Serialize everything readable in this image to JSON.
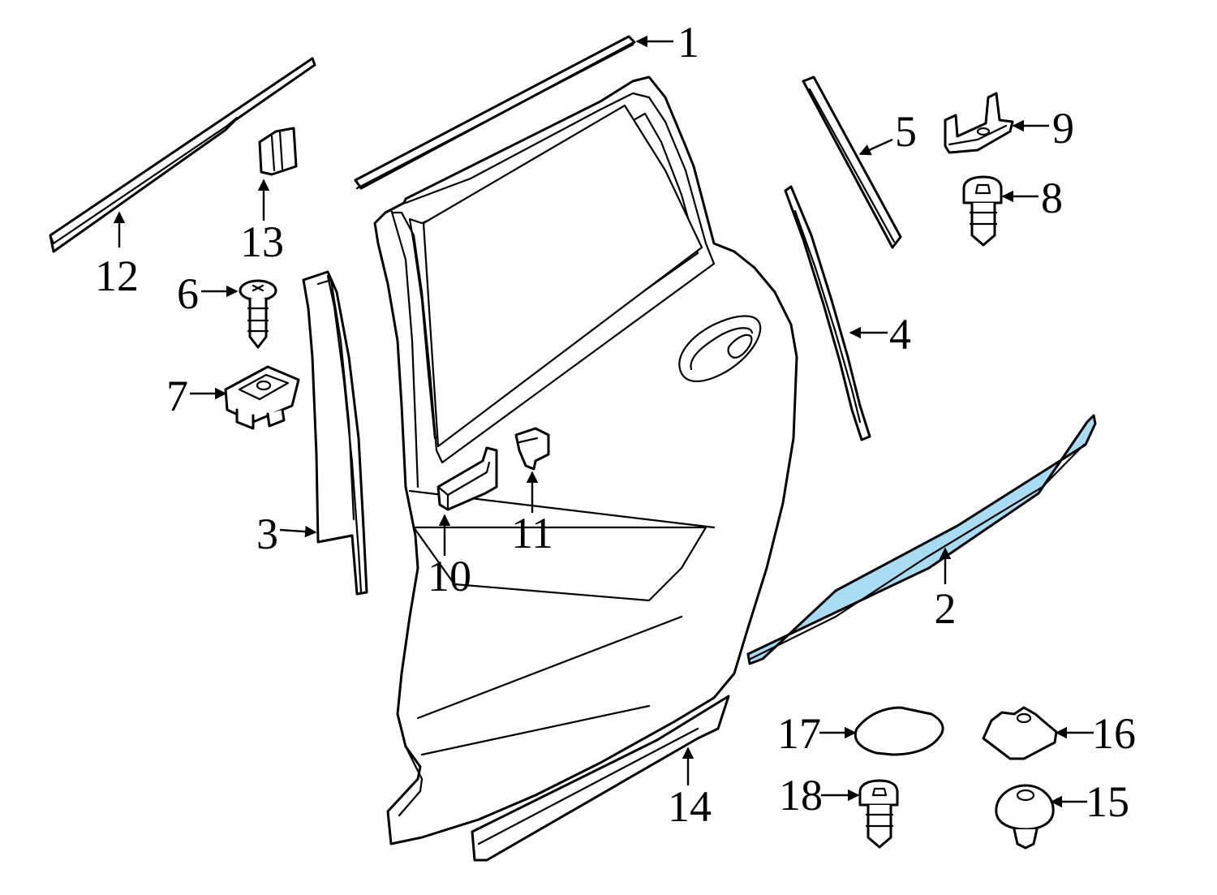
{
  "highlight_color": "#a7dcf2",
  "callouts": [
    {
      "id": "1",
      "label": "1"
    },
    {
      "id": "2",
      "label": "2"
    },
    {
      "id": "3",
      "label": "3"
    },
    {
      "id": "4",
      "label": "4"
    },
    {
      "id": "5",
      "label": "5"
    },
    {
      "id": "6",
      "label": "6"
    },
    {
      "id": "7",
      "label": "7"
    },
    {
      "id": "8",
      "label": "8"
    },
    {
      "id": "9",
      "label": "9"
    },
    {
      "id": "10",
      "label": "10"
    },
    {
      "id": "11",
      "label": "11"
    },
    {
      "id": "12",
      "label": "12"
    },
    {
      "id": "13",
      "label": "13"
    },
    {
      "id": "14",
      "label": "14"
    },
    {
      "id": "15",
      "label": "15"
    },
    {
      "id": "16",
      "label": "16"
    },
    {
      "id": "17",
      "label": "17"
    },
    {
      "id": "18",
      "label": "18"
    }
  ]
}
